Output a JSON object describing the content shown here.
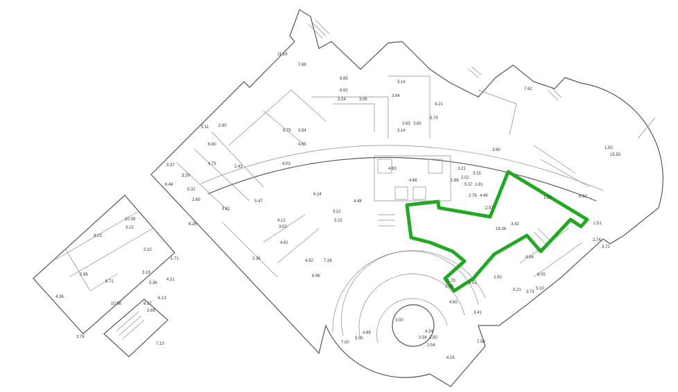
{
  "plan": {
    "highlight_color": "#22a822",
    "wall_color": "#555555",
    "dimension_labels": [
      "11.19",
      "7.88",
      "6.85",
      "8.62",
      "3.24",
      "3.06",
      "3.14",
      "3.04",
      "4.21",
      "7.62",
      "3.14",
      "5.79",
      "3.63",
      "3.60",
      "3.80",
      "5.11",
      "6.80",
      "2.90",
      "6.79",
      "3.54",
      "4.65",
      "4.73",
      "2.43",
      "4.03",
      "4.66",
      "4.83",
      "3.21",
      "3.15",
      "2.02",
      "1.86",
      "1.81",
      "4.46",
      "2.76",
      "8.10",
      "2.97",
      "5.37",
      "15.50",
      "1.50",
      "3.42",
      "18.36",
      "2.50",
      "1.50",
      "1.51",
      "2.74",
      "3.72",
      "6.24",
      "4.48",
      "3.22",
      "5.47",
      "3.61",
      "4.12",
      "3.03",
      "4.81",
      "2.36",
      "7.26",
      "4.50",
      "6.96",
      "4.54",
      "6.05",
      "5.10",
      "6.21",
      "3.73",
      "3.41",
      "3.51",
      "2.38",
      "1.79",
      "4.60",
      "3.00",
      "4.24",
      "3.56",
      "3.50",
      "2.54",
      "7.58",
      "4.16",
      "7.00",
      "5.00",
      "4.89",
      "10.39",
      "3.13",
      "2.10",
      "4.13",
      "2.96",
      "8.71",
      "3.19",
      "5.36",
      "10.98",
      "4.21",
      "4.36",
      "3.78",
      "6.17",
      "2.69",
      "7.10",
      "6.13",
      "3.37",
      "6.44",
      "3.29",
      "5.32",
      "2.69",
      "1.71",
      "6.26",
      "3.22"
    ]
  }
}
